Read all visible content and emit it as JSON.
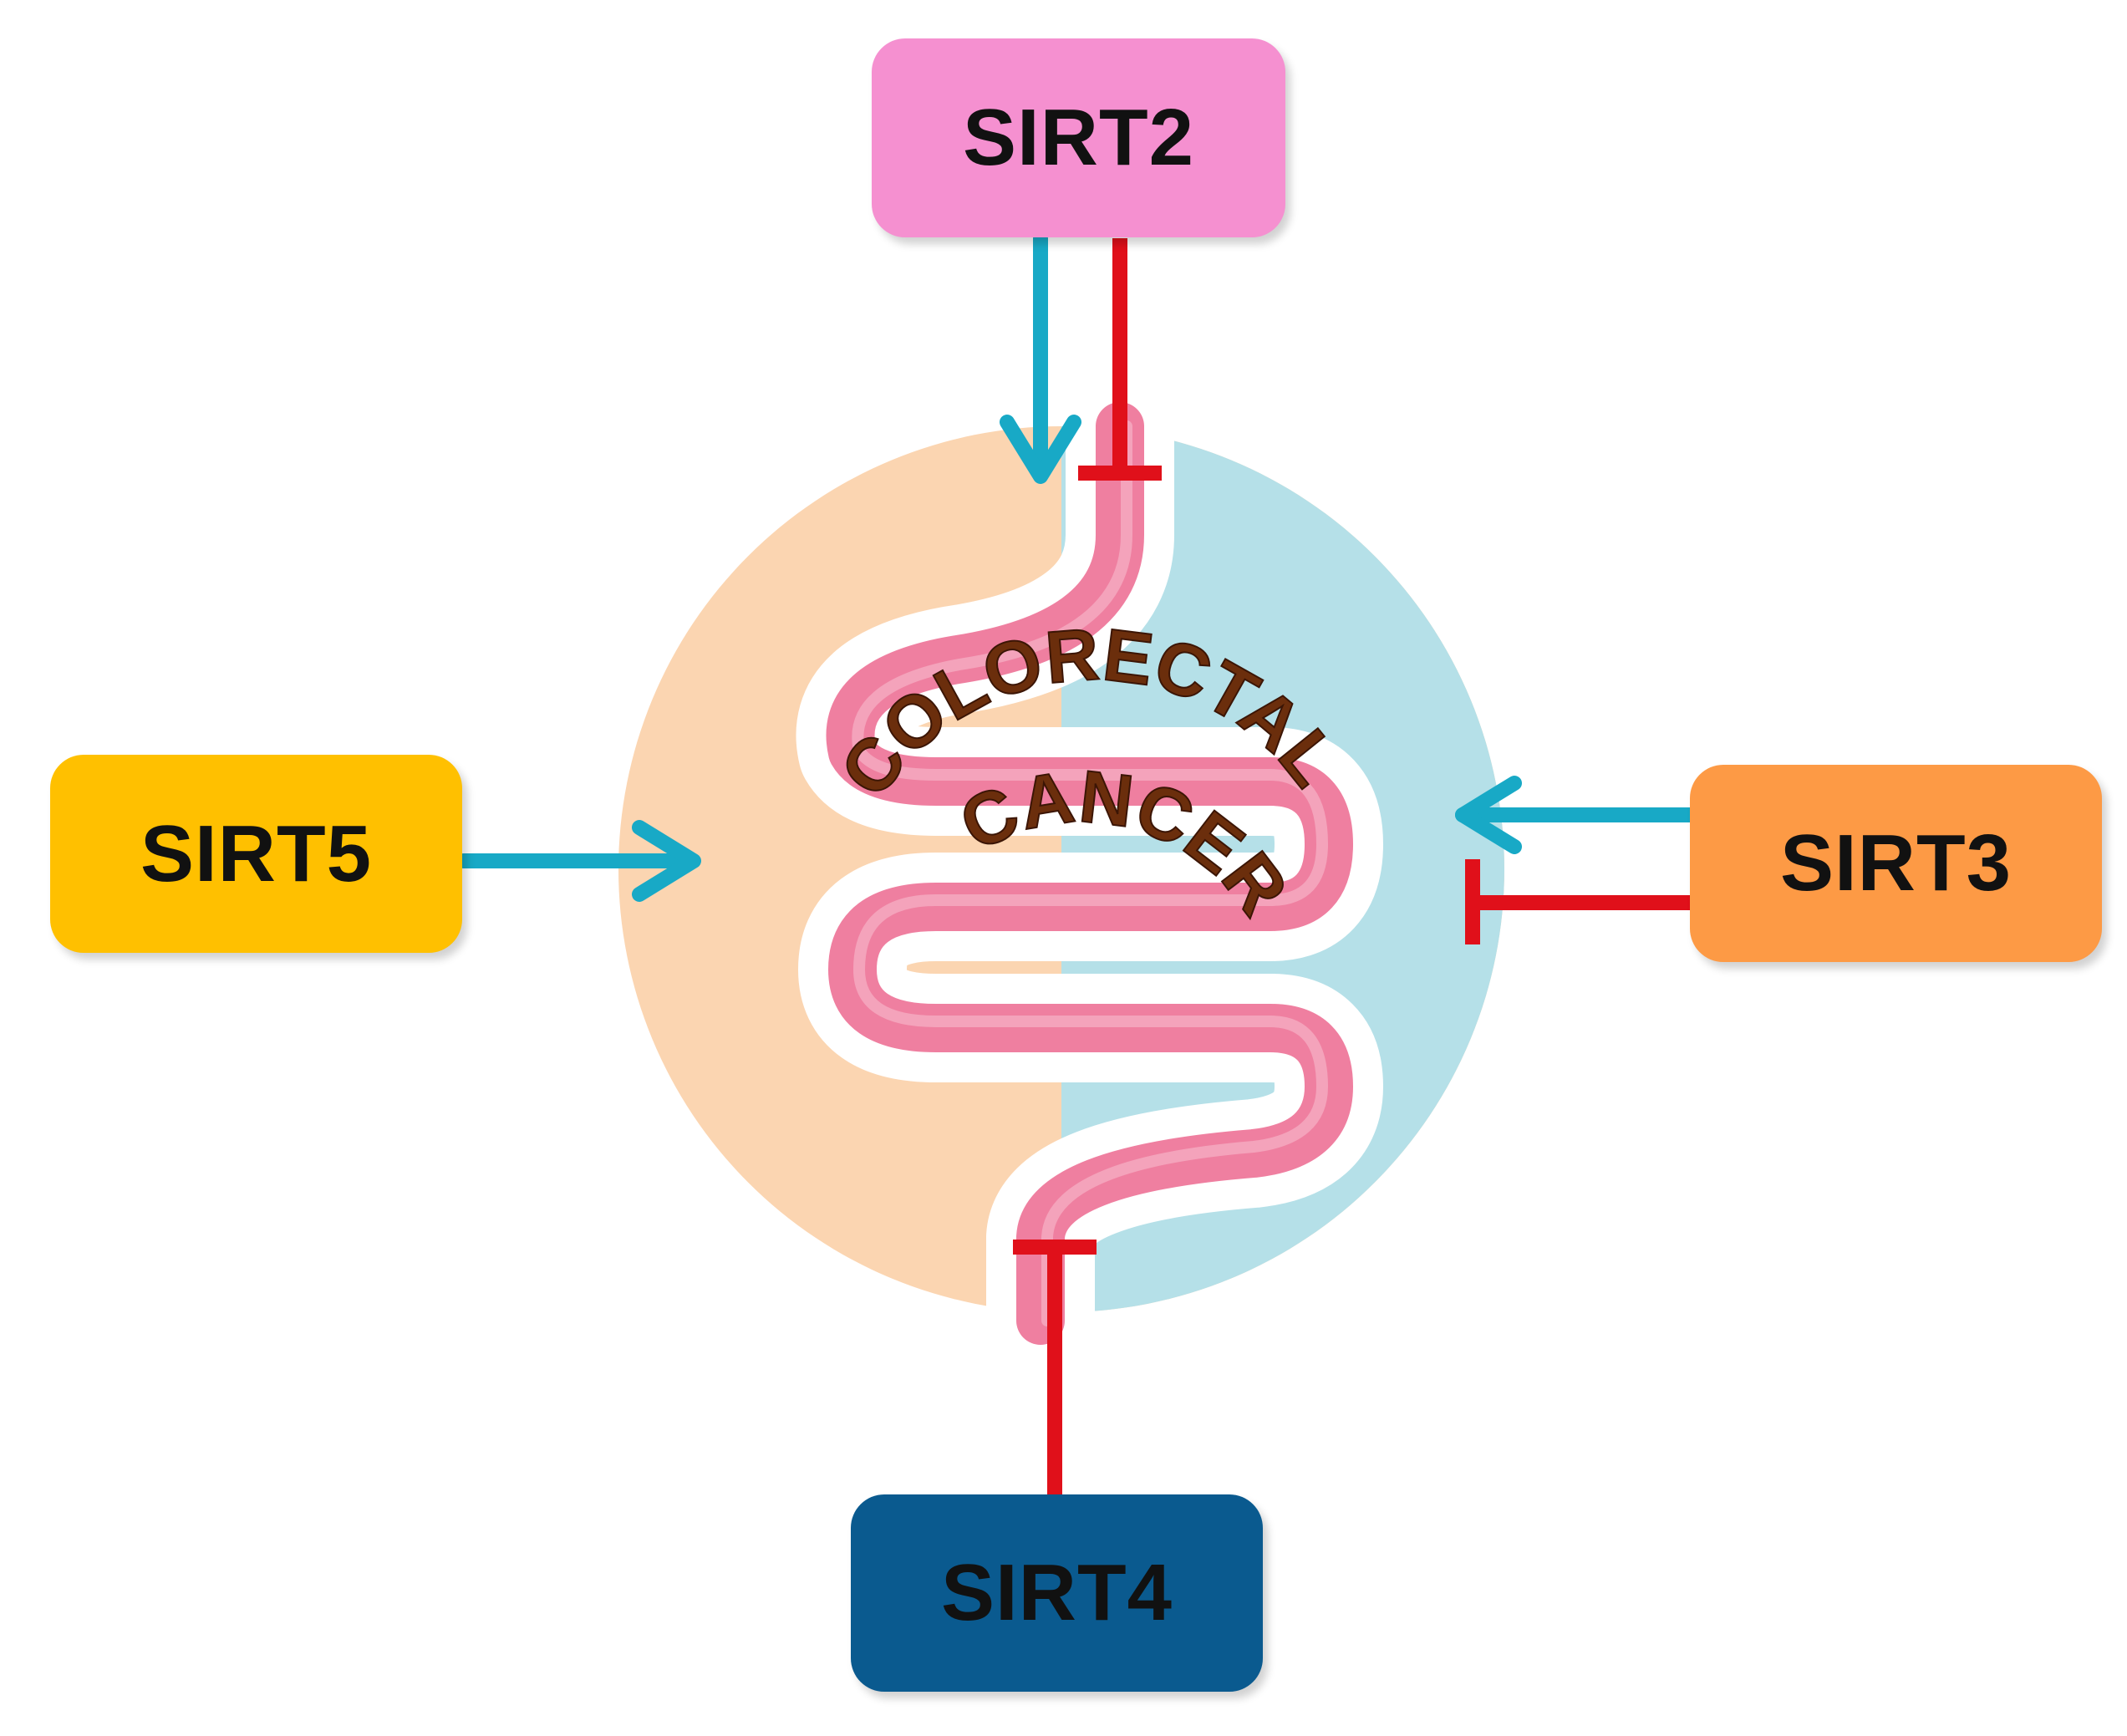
{
  "title": "",
  "center": {
    "line1": "COLORECTAL",
    "line2": "CANCER"
  },
  "nodes": [
    {
      "id": "sirt2",
      "label": "SIRT2",
      "color": "#f590d0",
      "position": "top",
      "effects": [
        "promotes",
        "inhibits"
      ]
    },
    {
      "id": "sirt3",
      "label": "SIRT3",
      "color": "#fd9a45",
      "position": "right",
      "effects": [
        "promotes",
        "inhibits"
      ]
    },
    {
      "id": "sirt4",
      "label": "SIRT4",
      "color": "#0a5a8f",
      "position": "bottom",
      "effects": [
        "inhibits"
      ]
    },
    {
      "id": "sirt5",
      "label": "SIRT5",
      "color": "#ffc000",
      "position": "left",
      "effects": [
        "promotes"
      ]
    }
  ],
  "colors": {
    "promote_arrow": "#18a9c6",
    "inhibit_bar": "#e0101a",
    "circle_left": "#fbd5b1",
    "circle_right": "#b5e0e8",
    "intestine": "#ef7fa0",
    "text_center": "#6b2e0c"
  }
}
